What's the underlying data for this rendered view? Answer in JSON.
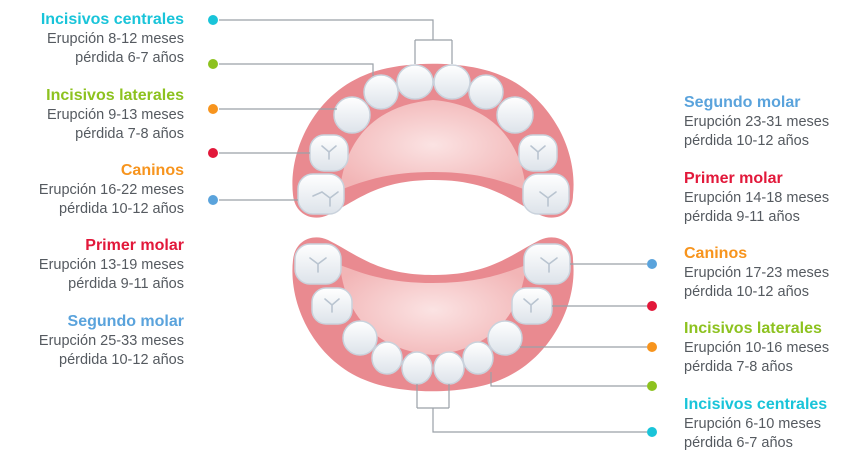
{
  "colors": {
    "cyan": "#19c4d9",
    "green": "#8dc21f",
    "orange": "#f7941d",
    "red": "#e2183a",
    "blue": "#5aa3dc",
    "gum": "#e9878c",
    "gum_inner": "#f6c7c7",
    "tooth": "#f4f7fa"
  },
  "upper_left": [
    {
      "title": "Incisivos centrales",
      "color": "cyan",
      "erupcion": "Erupción 8-12 meses",
      "perdida": "pérdida 6-7 años"
    },
    {
      "title": "Incisivos laterales",
      "color": "green",
      "erupcion": "Erupción 9-13 meses",
      "perdida": "pérdida 7-8 años"
    },
    {
      "title": "Caninos",
      "color": "orange",
      "erupcion": "Erupción 16-22 meses",
      "perdida": "pérdida 10-12 años"
    },
    {
      "title": "Primer molar",
      "color": "red",
      "erupcion": "Erupción 13-19 meses",
      "perdida": "pérdida 9-11 años"
    },
    {
      "title": "Segundo molar",
      "color": "blue",
      "erupcion": "Erupción 25-33 meses",
      "perdida": "pérdida 10-12 años"
    }
  ],
  "lower_right": [
    {
      "title": "Segundo molar",
      "color": "blue",
      "erupcion": "Erupción 23-31 meses",
      "perdida": "pérdida 10-12 años"
    },
    {
      "title": "Primer molar",
      "color": "red",
      "erupcion": "Erupción 14-18 meses",
      "perdida": "pérdida 9-11 años"
    },
    {
      "title": "Caninos",
      "color": "orange",
      "erupcion": "Erupción 17-23 meses",
      "perdida": "pérdida 10-12 años"
    },
    {
      "title": "Incisivos laterales",
      "color": "green",
      "erupcion": "Erupción 10-16 meses",
      "perdida": "pérdida 7-8 años"
    },
    {
      "title": "Incisivos centrales",
      "color": "cyan",
      "erupcion": "Erupción 6-10 meses",
      "perdida": "pérdida 6-7 años"
    }
  ]
}
